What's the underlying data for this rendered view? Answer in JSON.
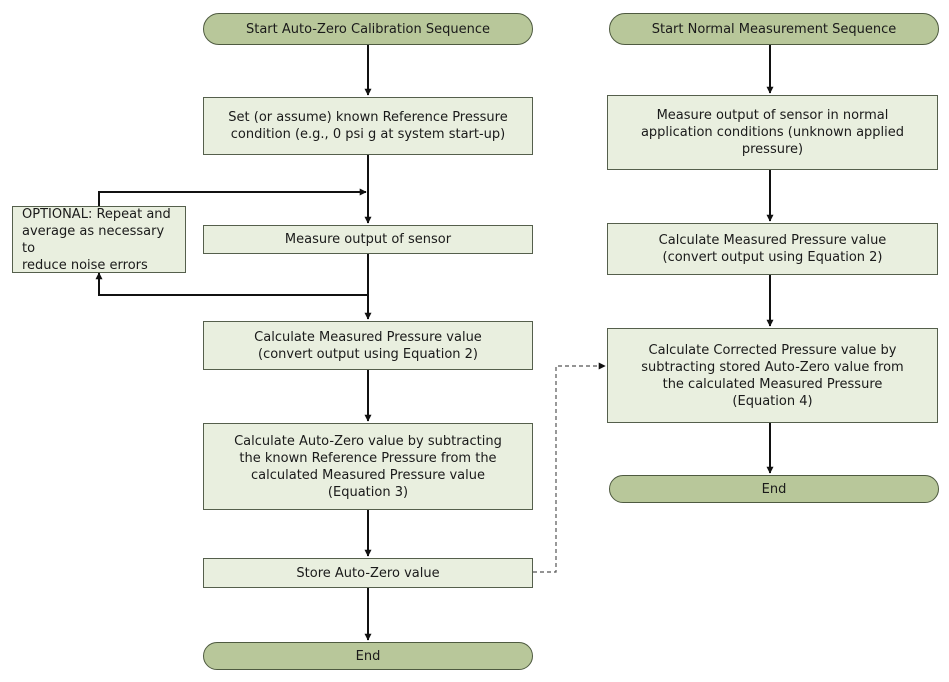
{
  "colors": {
    "process_fill": "#e9efdf",
    "terminal_fill": "#b8c79a",
    "stroke": "#111111"
  },
  "auto_zero": {
    "start": "Start Auto-Zero Calibration Sequence",
    "set_reference": "Set (or assume) known Reference Pressure\ncondition (e.g., 0 psi g at system start-up)",
    "measure_output": "Measure output of sensor",
    "optional_note": "OPTIONAL: Repeat and\naverage as necessary to\nreduce noise errors",
    "calculate_measured": "Calculate Measured Pressure value\n(convert output using Equation 2)",
    "calculate_auto_zero": "Calculate Auto-Zero value by subtracting\nthe known Reference Pressure from the\ncalculated Measured Pressure value\n(Equation 3)",
    "store_auto_zero": "Store Auto-Zero value",
    "end": "End"
  },
  "normal": {
    "start": "Start Normal Measurement Sequence",
    "measure_output": "Measure output of sensor in normal\napplication conditions (unknown applied\npressure)",
    "calculate_measured": "Calculate Measured Pressure value\n(convert output using Equation 2)",
    "calculate_corrected": "Calculate Corrected Pressure value by\nsubtracting stored Auto-Zero value from\nthe calculated Measured Pressure\n(Equation 4)",
    "end": "End"
  }
}
